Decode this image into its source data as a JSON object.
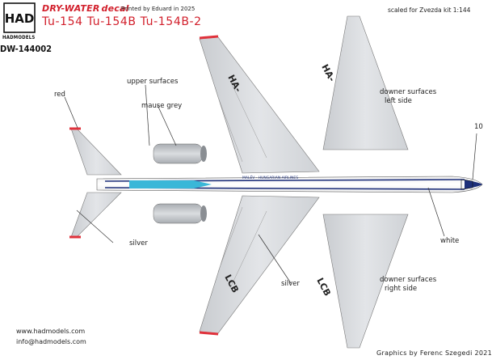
{
  "header": {
    "logo_text": "HAD",
    "brand_name": "HADMODELS",
    "product_code": "DW-144002",
    "decal_brand": "DRY-WATER",
    "decal_word": "decal",
    "printed_note": "Printed by Eduard in 2025",
    "model_names": "Tu-154 Tu-154B Tu-154B-2",
    "scale_note": "scaled for Zvezda kit 1:144"
  },
  "callouts": {
    "red": "red",
    "upper_surfaces": "upper surfaces",
    "mause_grey": "mause grey",
    "silver_tail": "silver",
    "silver_wing": "silver",
    "white": "white",
    "downer_left": [
      "downer surfaces",
      "left side"
    ],
    "downer_right": [
      "downer surfaces",
      "right side"
    ],
    "decal_number": "10"
  },
  "markings": {
    "upper_wing_reg": "HA-",
    "lower_wing_reg": "LCB",
    "underside_left_reg": "HA-",
    "underside_right_reg": "LCB",
    "fuselage_title": "MALÉV · HUNGARIAN AIRLINES"
  },
  "colors": {
    "wing_silver": "#d6d8db",
    "fuselage_white": "#ffffff",
    "cheatline_blue": "#1d2f7a",
    "fin_cyan": "#3ab7d8",
    "tip_red": "#e0313b",
    "engine_grey": "#b9bcc0",
    "title_red": "#d21f2b"
  },
  "footer": {
    "url": "www.hadmodels.com",
    "email": "info@hadmodels.com",
    "credit": "Graphics by Ferenc Szegedi 2021"
  }
}
